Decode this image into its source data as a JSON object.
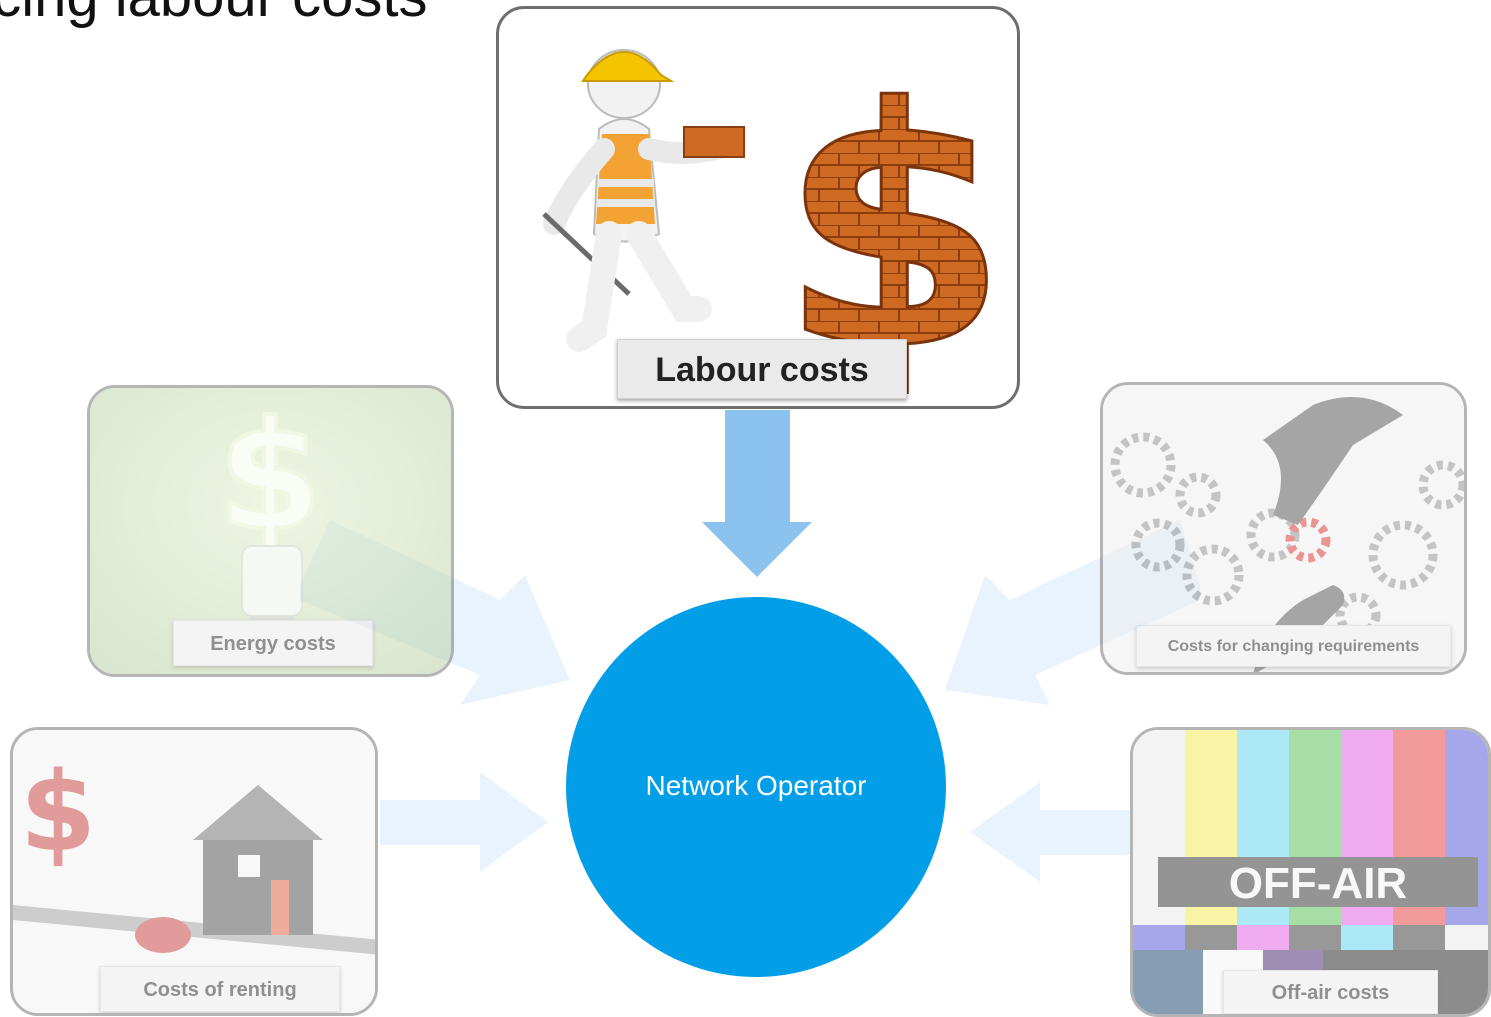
{
  "slide": {
    "title": "ucing labour costs"
  },
  "hub": {
    "label": "Network Operator",
    "color": "#029ee8"
  },
  "cards": {
    "labour": {
      "label": "Labour costs",
      "icon": "worker-brick-dollar-illustration",
      "highlighted": true
    },
    "energy": {
      "label": "Energy costs",
      "icon": "lightbulb-dollar-icon",
      "highlighted": false
    },
    "requirements": {
      "label": "Costs for changing requirements",
      "icon": "hand-gears-icon",
      "highlighted": false
    },
    "renting": {
      "label": "Costs of renting",
      "icon": "house-dollar-seesaw-icon",
      "highlighted": false
    },
    "offair": {
      "label": "Off-air costs",
      "icon": "tv-test-pattern-icon",
      "highlighted": false,
      "overlay_text": "OFF-AIR"
    }
  },
  "colors": {
    "active_arrow": "#8bc3ee",
    "faded_arrow": "#e9f3fd",
    "card_border": "#6e6e6e",
    "brick": "#c8641f"
  }
}
